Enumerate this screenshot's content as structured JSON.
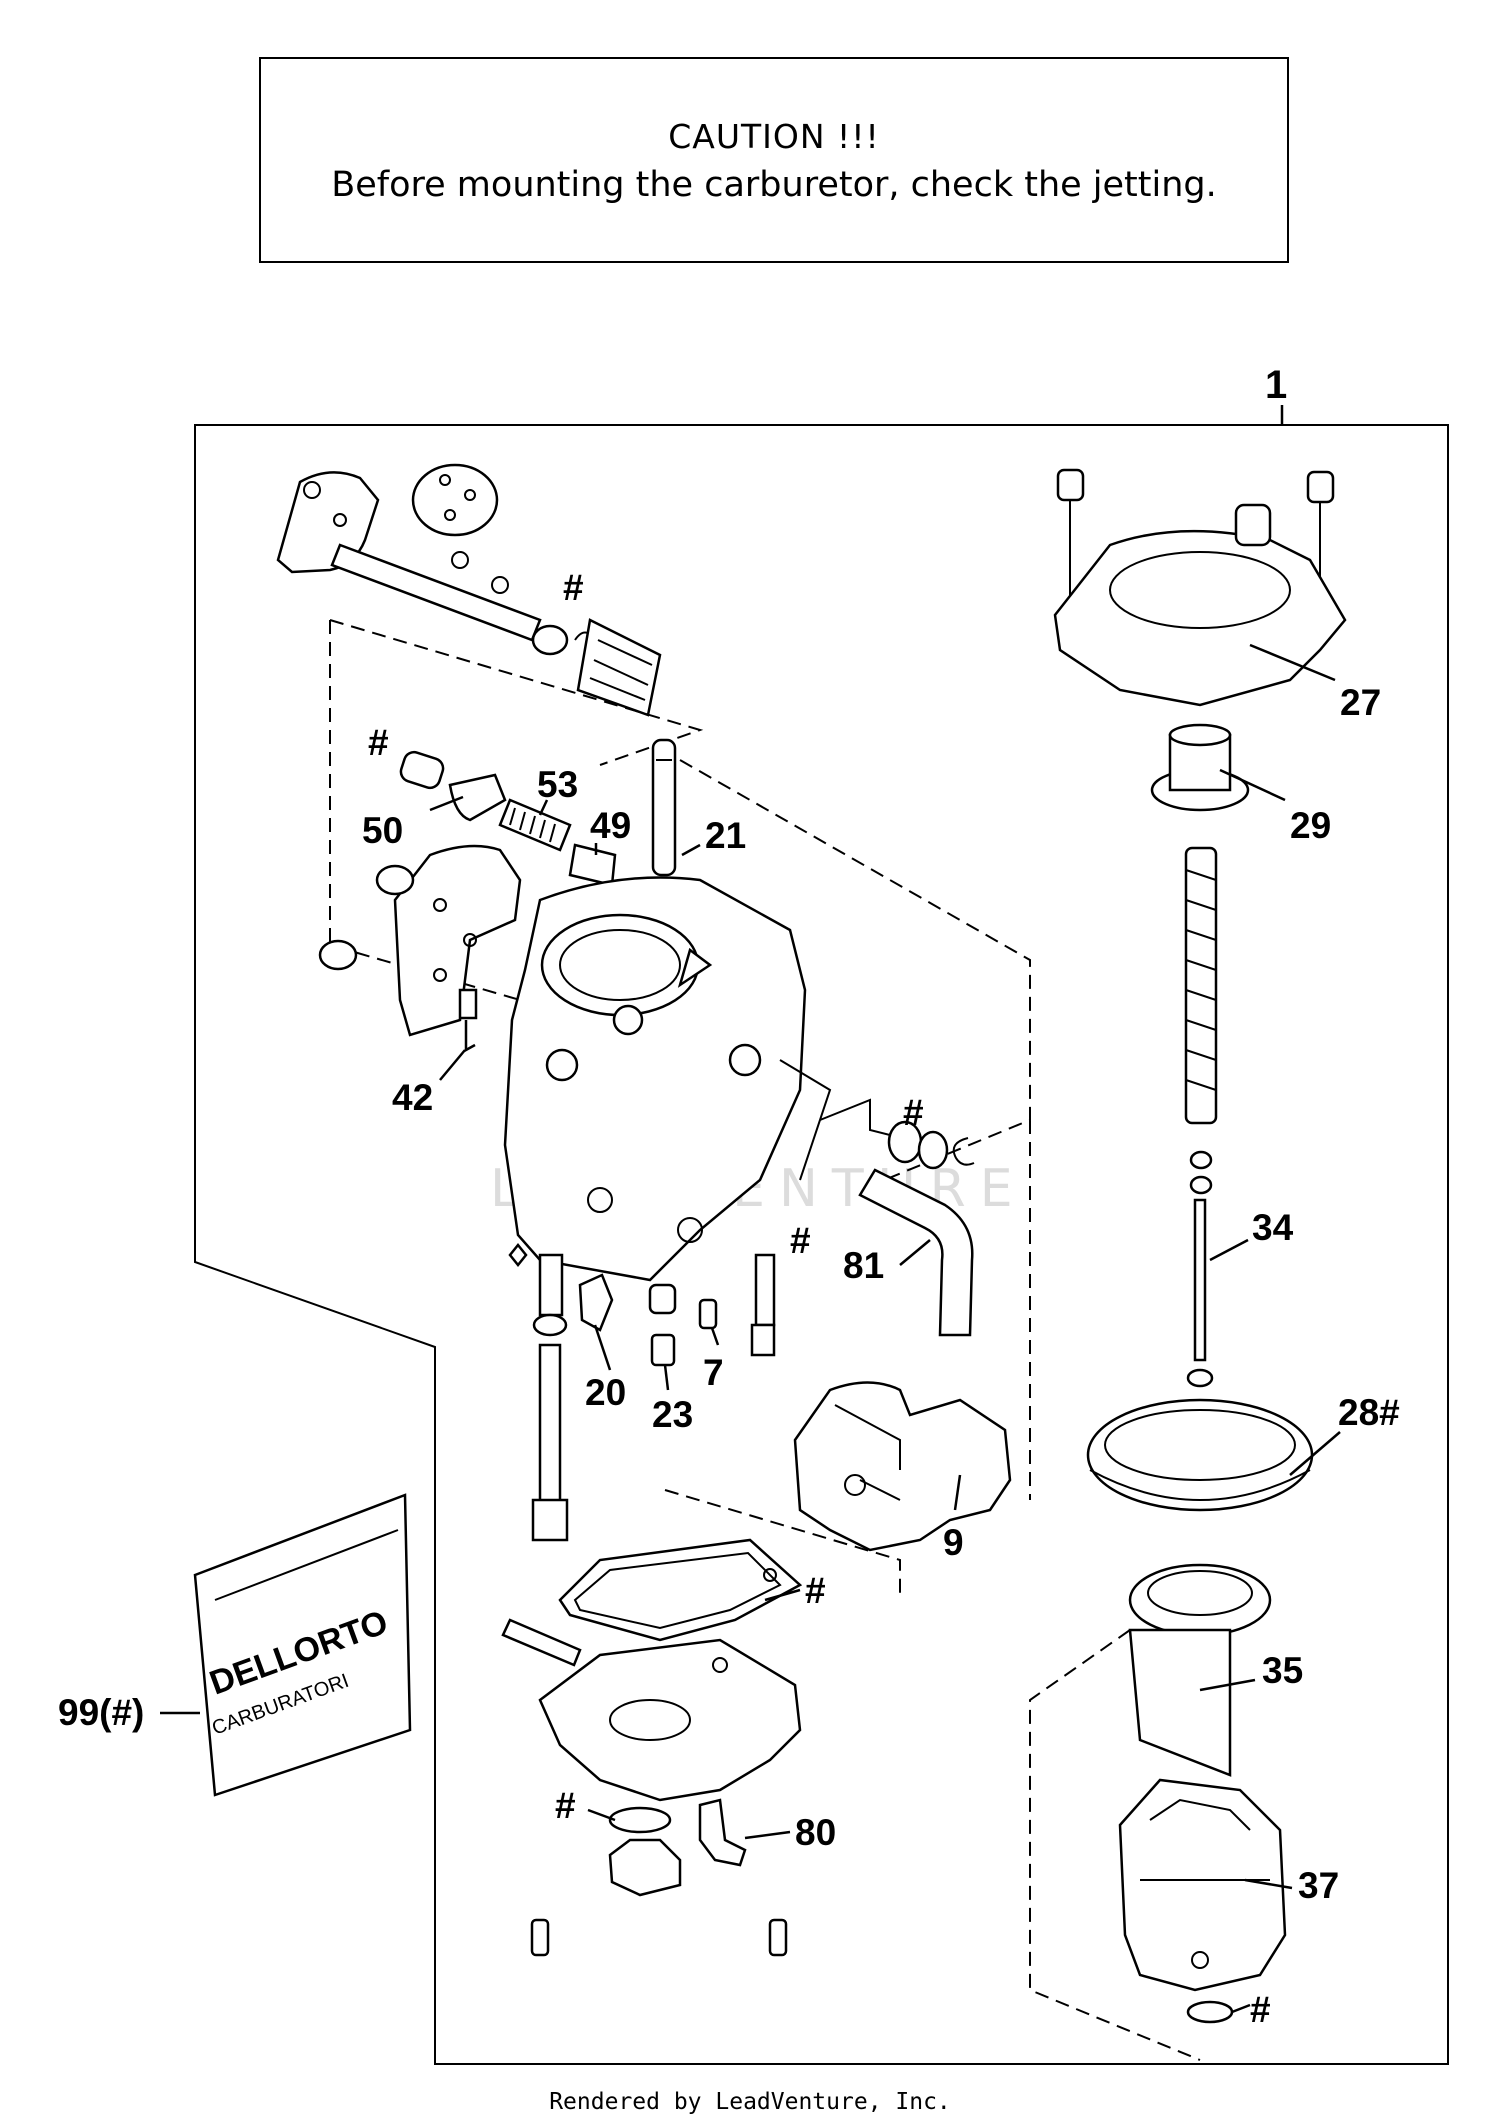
{
  "caution": {
    "title": "CAUTION !!!",
    "text": "Before mounting the carburetor, check the jetting."
  },
  "watermark": "LEADVENTURE",
  "assembly_label": "1",
  "labels": {
    "hash_filter": "#",
    "hash_jet": "#",
    "n53": "53",
    "n50": "50",
    "n49": "49",
    "n21": "21",
    "n42": "42",
    "hash_oring": "#",
    "n81": "81",
    "hash_small": "#",
    "n20": "20",
    "n7": "7",
    "n23": "23",
    "n9": "9",
    "hash_gasket": "#",
    "n99": "99(#)",
    "hash_bowl": "#",
    "n80": "80",
    "n27": "27",
    "n29": "29",
    "n34": "34",
    "n28": "28#",
    "n35": "35",
    "n37": "37",
    "hash_bottom": "#"
  },
  "bag_text": {
    "brand": "DELLORTO",
    "sub": "CARBURATORI"
  },
  "footer": "Rendered by LeadVenture, Inc."
}
